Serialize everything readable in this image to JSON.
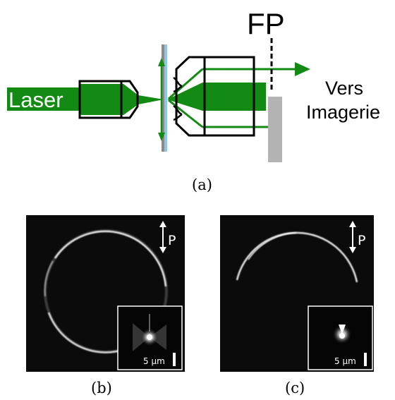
{
  "setup": {
    "beam_label": "Laser",
    "output_label_line1": "Vers",
    "output_label_line2": "Imagerie",
    "fourier_plane_label": "FP",
    "caption": "(a)",
    "colors": {
      "beam": "#138a13",
      "optics": "#000000",
      "slide": "#8fc8e6",
      "slide_edge": "#8a8a8a",
      "block": "#b3b3b3"
    }
  },
  "panels": [
    {
      "id": "b",
      "caption": "(b)",
      "polarization_label": "P",
      "scale_bar_label": "5 µm",
      "ring": "full"
    },
    {
      "id": "c",
      "caption": "(c)",
      "polarization_label": "P",
      "scale_bar_label": "5 µm",
      "ring": "upper-arc"
    }
  ]
}
